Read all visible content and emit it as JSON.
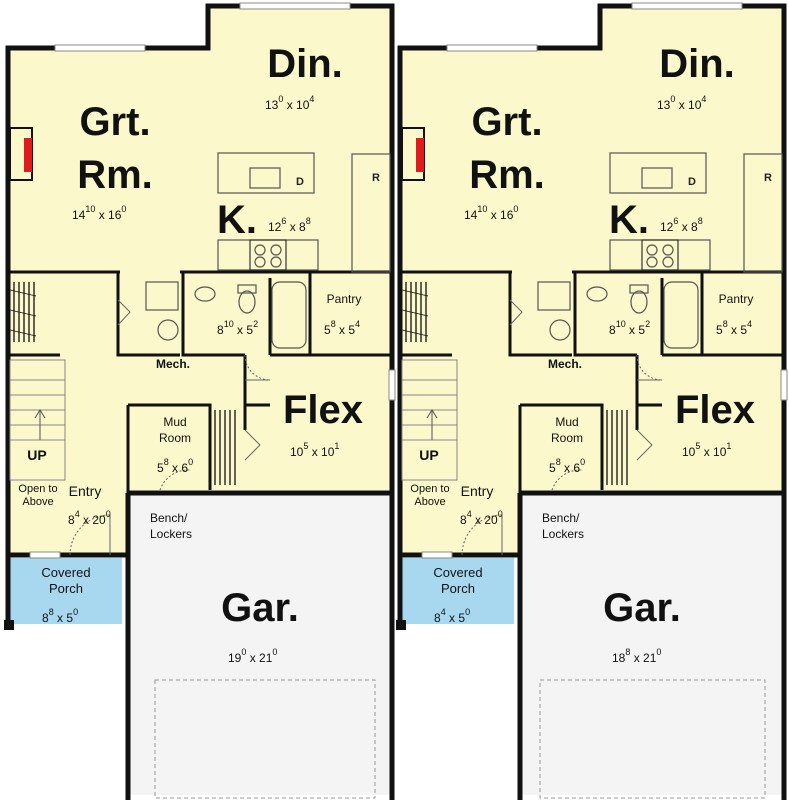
{
  "units": [
    {
      "great_room": {
        "l1": "Grt.",
        "l2": "Rm.",
        "w": "14",
        "wi": "10",
        "d": "16",
        "di": "0"
      },
      "dining": {
        "name": "Din.",
        "w": "13",
        "wi": "0",
        "d": "10",
        "di": "4"
      },
      "kitchen": {
        "name": "K.",
        "w": "12",
        "wi": "6",
        "d": "8",
        "di": "8"
      },
      "bath": {
        "w": "8",
        "wi": "10",
        "d": "5",
        "di": "2"
      },
      "pantry": {
        "name": "Pantry",
        "w": "5",
        "wi": "8",
        "d": "5",
        "di": "4"
      },
      "mech": {
        "name": "Mech."
      },
      "flex": {
        "name": "Flex",
        "w": "10",
        "wi": "5",
        "d": "10",
        "di": "1"
      },
      "mud_room": {
        "l1": "Mud",
        "l2": "Room",
        "w": "5",
        "wi": "8",
        "d": "6",
        "di": "0"
      },
      "stair": {
        "up": "UP",
        "open1": "Open to",
        "open2": "Above"
      },
      "entry": {
        "name": "Entry",
        "w": "8",
        "wi": "4",
        "d": "20",
        "di": "0"
      },
      "bench": {
        "l1": "Bench/",
        "l2": "Lockers"
      },
      "porch": {
        "l1": "Covered",
        "l2": "Porch",
        "w": "8",
        "wi": "8",
        "d": "5",
        "di": "0"
      },
      "garage": {
        "name": "Gar.",
        "w": "19",
        "wi": "0",
        "d": "21",
        "di": "0"
      },
      "fixtures": {
        "dishwasher": "D",
        "range": "R"
      }
    },
    {
      "great_room": {
        "l1": "Grt.",
        "l2": "Rm.",
        "w": "14",
        "wi": "10",
        "d": "16",
        "di": "0"
      },
      "dining": {
        "name": "Din.",
        "w": "13",
        "wi": "0",
        "d": "10",
        "di": "4"
      },
      "kitchen": {
        "name": "K.",
        "w": "12",
        "wi": "6",
        "d": "8",
        "di": "8"
      },
      "bath": {
        "w": "8",
        "wi": "10",
        "d": "5",
        "di": "2"
      },
      "pantry": {
        "name": "Pantry",
        "w": "5",
        "wi": "8",
        "d": "5",
        "di": "4"
      },
      "mech": {
        "name": "Mech."
      },
      "flex": {
        "name": "Flex",
        "w": "10",
        "wi": "5",
        "d": "10",
        "di": "1"
      },
      "mud_room": {
        "l1": "Mud",
        "l2": "Room",
        "w": "5",
        "wi": "8",
        "d": "6",
        "di": "0"
      },
      "stair": {
        "up": "UP",
        "open1": "Open to",
        "open2": "Above"
      },
      "entry": {
        "name": "Entry",
        "w": "8",
        "wi": "4",
        "d": "20",
        "di": "0"
      },
      "bench": {
        "l1": "Bench/",
        "l2": "Lockers"
      },
      "porch": {
        "l1": "Covered",
        "l2": "Porch",
        "w": "8",
        "wi": "4",
        "d": "5",
        "di": "0"
      },
      "garage": {
        "name": "Gar.",
        "w": "18",
        "wi": "8",
        "d": "21",
        "di": "0"
      },
      "fixtures": {
        "dishwasher": "D",
        "range": "R"
      }
    }
  ],
  "colors": {
    "floor": "#fbf8cb",
    "porch": "#a8d8f0",
    "garage": "#f4f4f4",
    "wall": "#111111",
    "fireplace": "#e01b1b"
  }
}
